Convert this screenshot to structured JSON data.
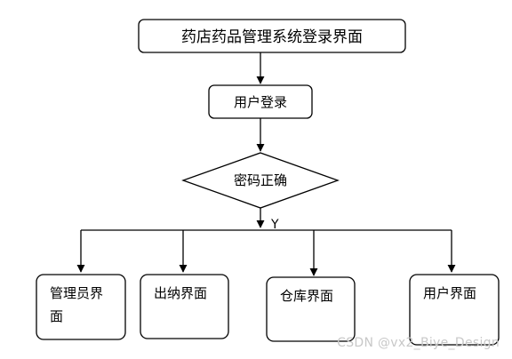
{
  "diagram": {
    "title": "药店药品管理系统登录界面",
    "login": "用户登录",
    "decision": "密码正确",
    "yes_label": "Y",
    "outputs": [
      {
        "line1": "管理员界",
        "line2": "面"
      },
      {
        "line1": "出纳界面",
        "line2": ""
      },
      {
        "line1": "仓库界面",
        "line2": ""
      },
      {
        "line1": "用户界面",
        "line2": ""
      }
    ]
  },
  "watermark": "CSDN @vx2_Biye_Design"
}
